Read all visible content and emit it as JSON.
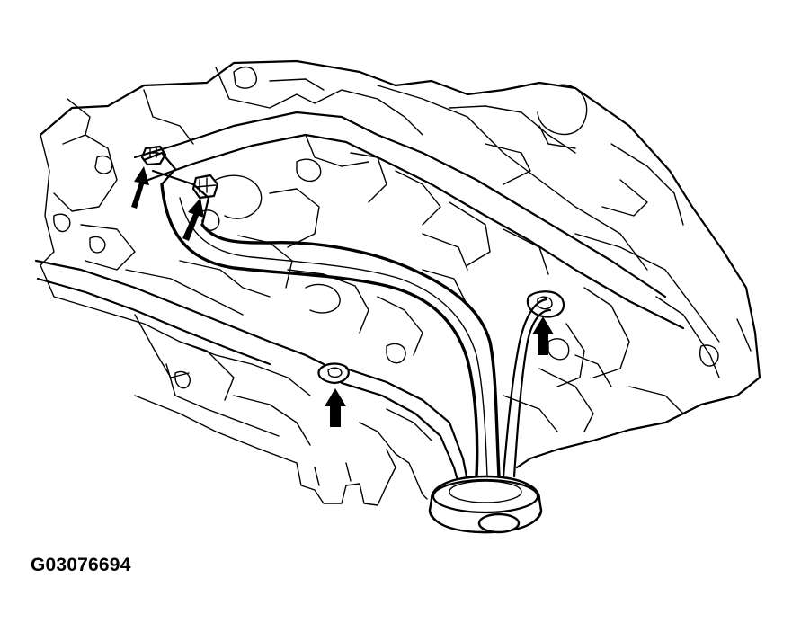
{
  "figure": {
    "id_label": "G03076694"
  },
  "colors": {
    "line": "#000000",
    "background": "#ffffff"
  },
  "callouts": [
    {
      "name": "bolt-arrow-upper-left-1"
    },
    {
      "name": "bolt-arrow-upper-left-2"
    },
    {
      "name": "bolt-arrow-center"
    },
    {
      "name": "bolt-arrow-right"
    }
  ]
}
